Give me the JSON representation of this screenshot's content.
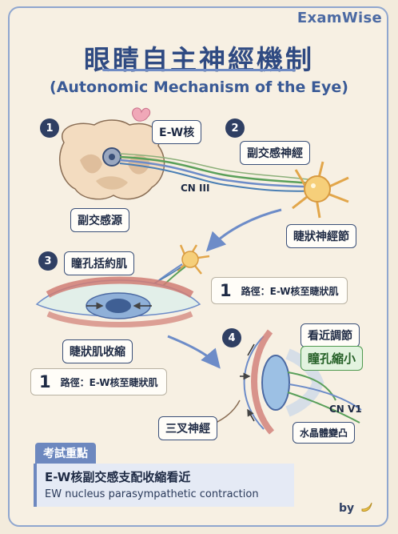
{
  "brand": "ExamWise",
  "title": "眼睛自主神經機制",
  "subtitle": "(Autonomic Mechanism of the Eye)",
  "steps": [
    "1",
    "2",
    "3",
    "4"
  ],
  "labels": {
    "ew_nucleus": "E-W核",
    "parasympathetic_source": "副交感源",
    "parasympathetic_nerve": "副交感神經",
    "cn3": "CN III",
    "ciliary_ganglion": "睫狀神經節",
    "pupil_sphincter": "瞳孔括約肌",
    "ciliary_muscle_contraction": "睫狀肌收縮",
    "near_accommodation": "看近調節",
    "pupil_constriction": "瞳孔縮小",
    "trigeminal": "三叉神經",
    "cn_v1": "CN V1",
    "lens_change": "水晶體變凸"
  },
  "routes": [
    {
      "number": "1",
      "text": "路徑：E-W核至睫狀肌"
    },
    {
      "number": "1",
      "text": "路徑：E-W核至睫狀肌"
    }
  ],
  "exam_card": {
    "tag": "考試重點",
    "line1": "E-W核副交感支配收縮看近",
    "line2": "EW nucleus parasympathetic contraction"
  },
  "by": "by",
  "colors": {
    "accent": "#2f4a82",
    "nerve_green": "#5aa05a",
    "nerve_blue": "#6d8cc8",
    "ganglion": "#f2c46a"
  }
}
